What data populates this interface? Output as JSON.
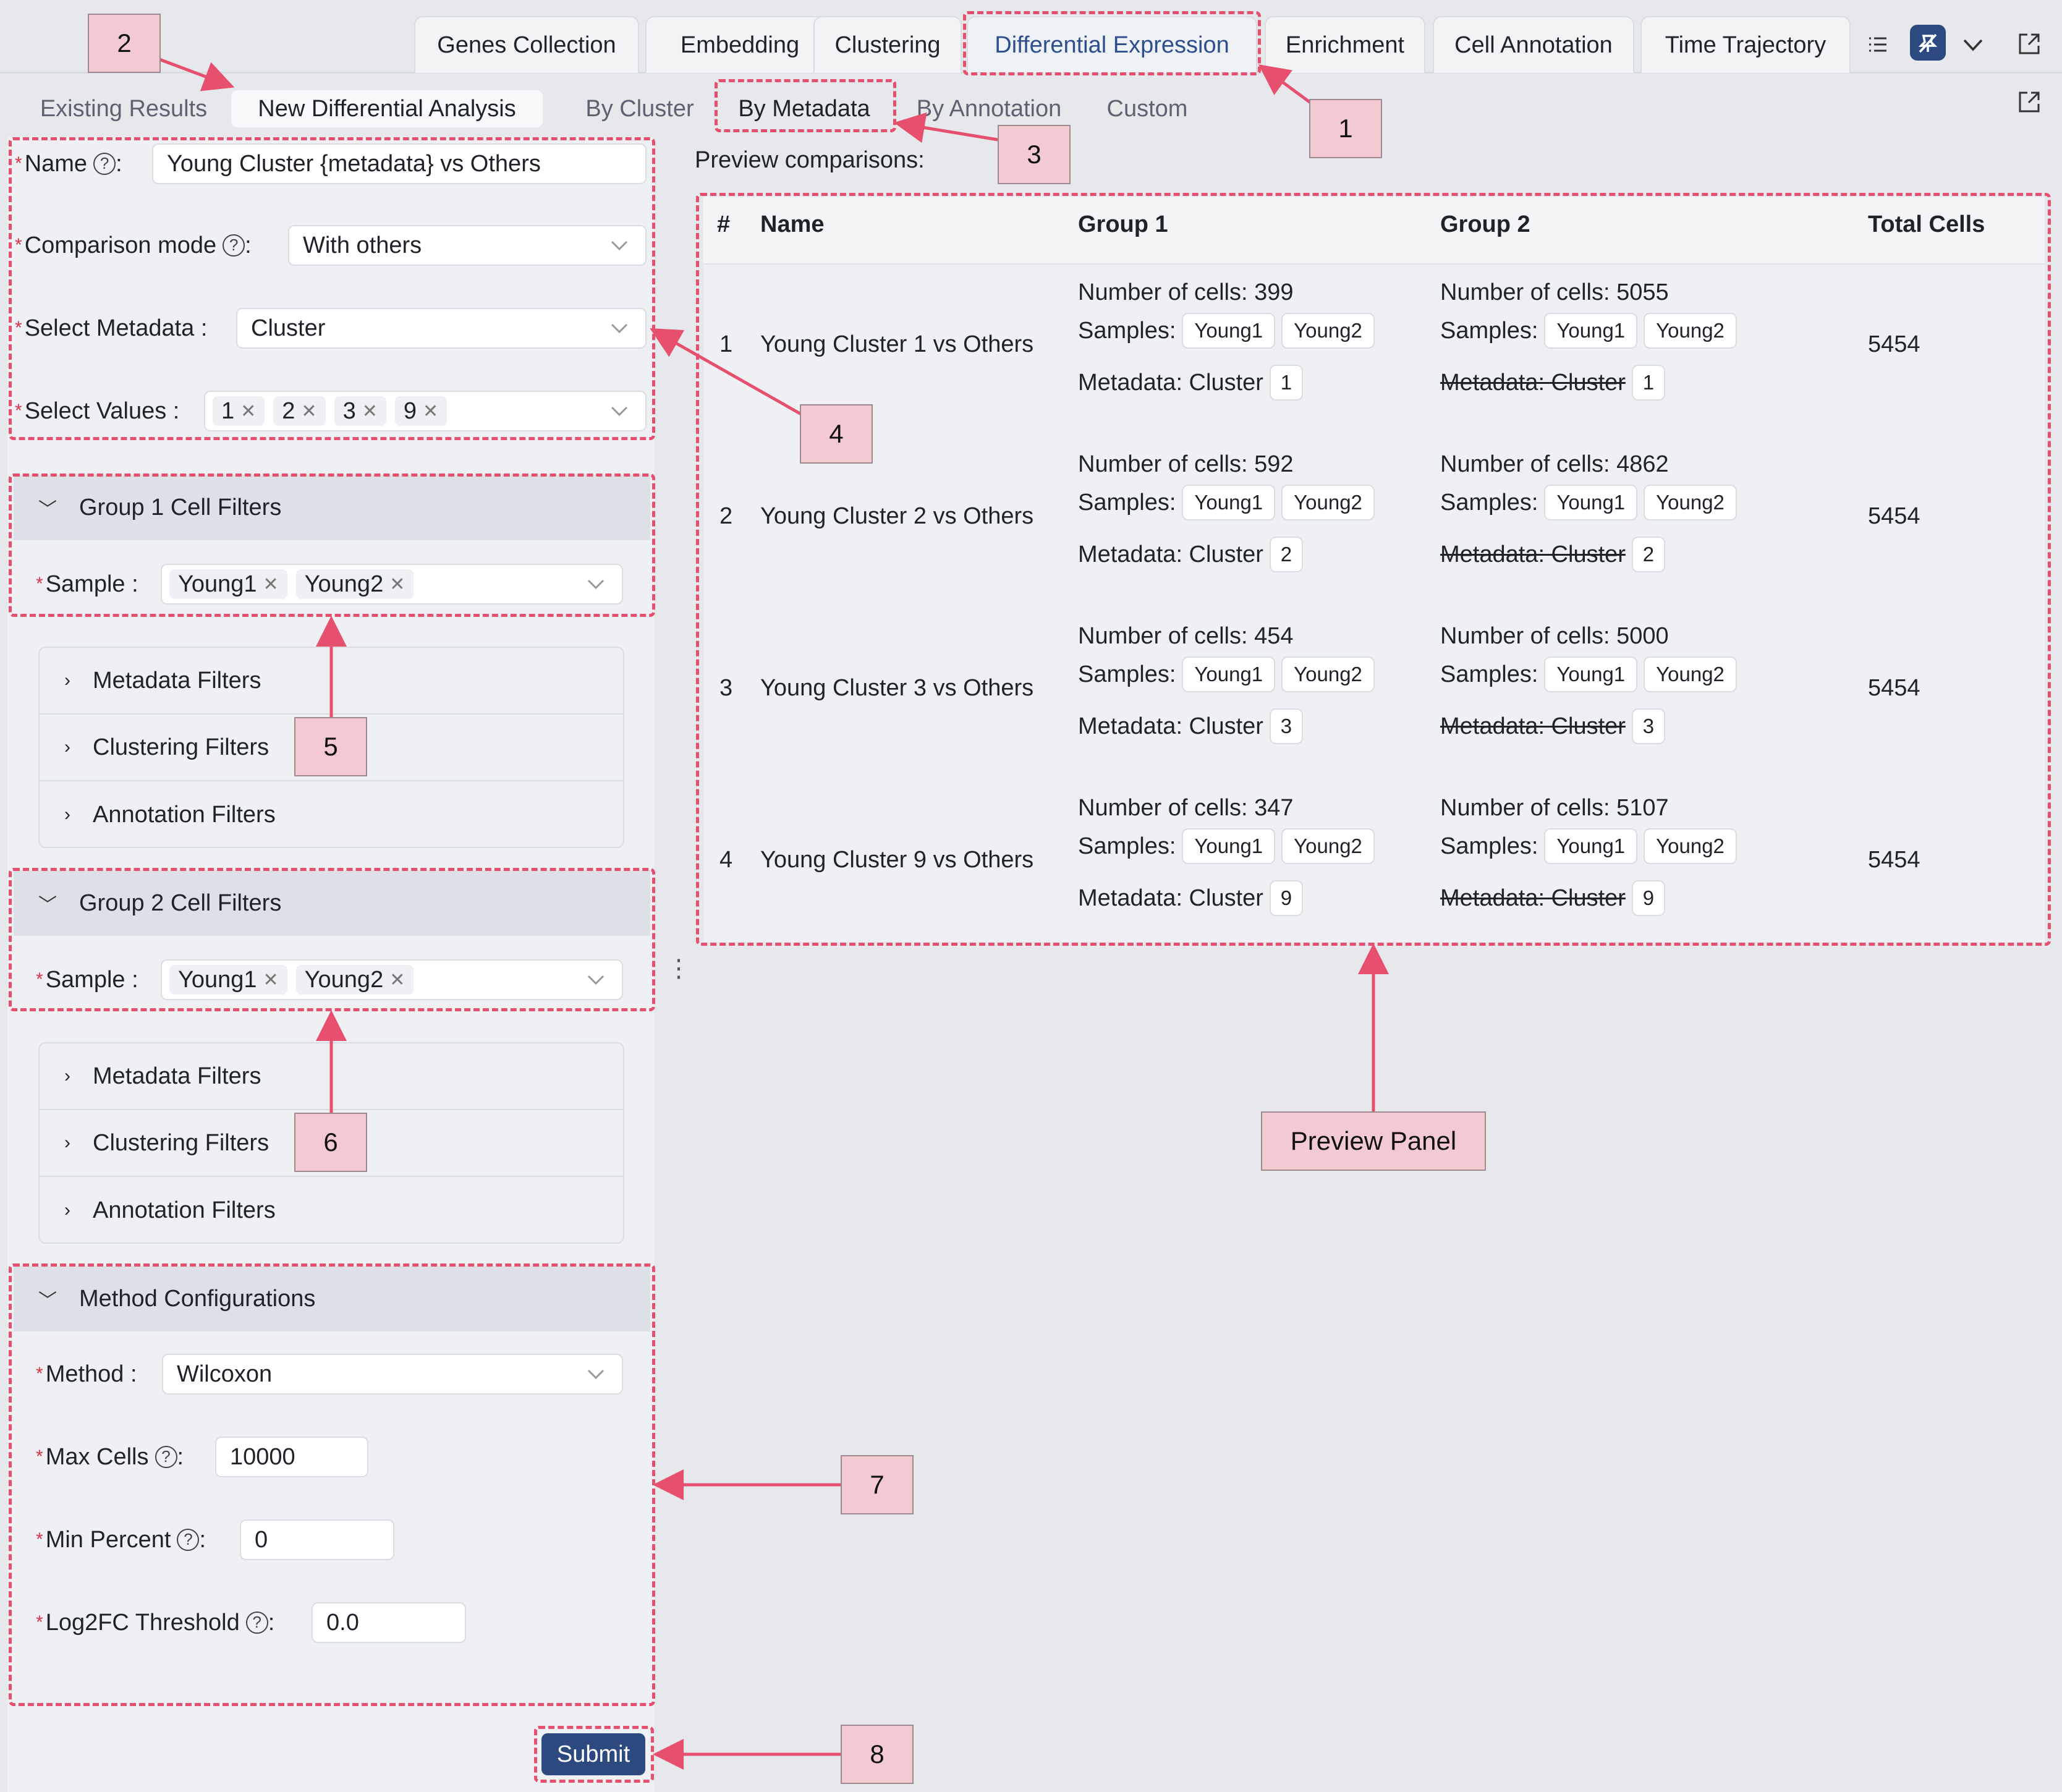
{
  "top_tabs": [
    "Genes Collection",
    "Embedding",
    "Clustering",
    "Differential Expression",
    "Enrichment",
    "Cell Annotation",
    "Time Trajectory"
  ],
  "active_top_tab": "Differential Expression",
  "sub_tabs_left": [
    "Existing Results",
    "New Differential Analysis"
  ],
  "sub_tabs_right": [
    "By Cluster",
    "By Metadata",
    "By Annotation",
    "Custom"
  ],
  "form": {
    "name_label": "Name",
    "name_value": "Young Cluster {metadata} vs Others",
    "mode_label": "Comparison mode",
    "mode_value": "With others",
    "metadata_label": "Select Metadata",
    "metadata_value": "Cluster",
    "values_label": "Select Values",
    "values": [
      "1",
      "2",
      "3",
      "9"
    ]
  },
  "group1": {
    "title": "Group 1 Cell Filters",
    "sample_label": "Sample",
    "samples": [
      "Young1",
      "Young2"
    ],
    "filters": [
      "Metadata Filters",
      "Clustering Filters",
      "Annotation Filters"
    ]
  },
  "group2": {
    "title": "Group 2 Cell Filters",
    "sample_label": "Sample",
    "samples": [
      "Young1",
      "Young2"
    ],
    "filters": [
      "Metadata Filters",
      "Clustering Filters",
      "Annotation Filters"
    ]
  },
  "method": {
    "title": "Method Configurations",
    "method_label": "Method",
    "method_value": "Wilcoxon",
    "max_cells_label": "Max Cells",
    "max_cells_value": "10000",
    "min_percent_label": "Min Percent",
    "min_percent_value": "0",
    "log2fc_label": "Log2FC Threshold",
    "log2fc_value": "0.0"
  },
  "submit_label": "Submit",
  "preview": {
    "title": "Preview comparisons:",
    "headers": [
      "#",
      "Name",
      "Group 1",
      "Group 2",
      "Total Cells"
    ],
    "rows": [
      {
        "n": "1",
        "name": "Young Cluster 1 vs Others",
        "g1_cells": "Number of cells: 399",
        "g2_cells": "Number of cells: 5055",
        "cluster": "1",
        "total": "5454"
      },
      {
        "n": "2",
        "name": "Young Cluster 2 vs Others",
        "g1_cells": "Number of cells: 592",
        "g2_cells": "Number of cells: 4862",
        "cluster": "2",
        "total": "5454"
      },
      {
        "n": "3",
        "name": "Young Cluster 3 vs Others",
        "g1_cells": "Number of cells: 454",
        "g2_cells": "Number of cells: 5000",
        "cluster": "3",
        "total": "5454"
      },
      {
        "n": "4",
        "name": "Young Cluster 9 vs Others",
        "g1_cells": "Number of cells: 347",
        "g2_cells": "Number of cells: 5107",
        "cluster": "9",
        "total": "5454"
      }
    ],
    "samples_label": "Samples:",
    "sample_chips": [
      "Young1",
      "Young2"
    ],
    "metadata_label": "Metadata: Cluster"
  },
  "annotations": [
    "1",
    "2",
    "3",
    "4",
    "5",
    "6",
    "7",
    "8",
    "Preview Panel"
  ],
  "colors": {
    "accent": "#2c4a80",
    "annotation": "#e6506e",
    "badge": "#f3c9d2"
  }
}
